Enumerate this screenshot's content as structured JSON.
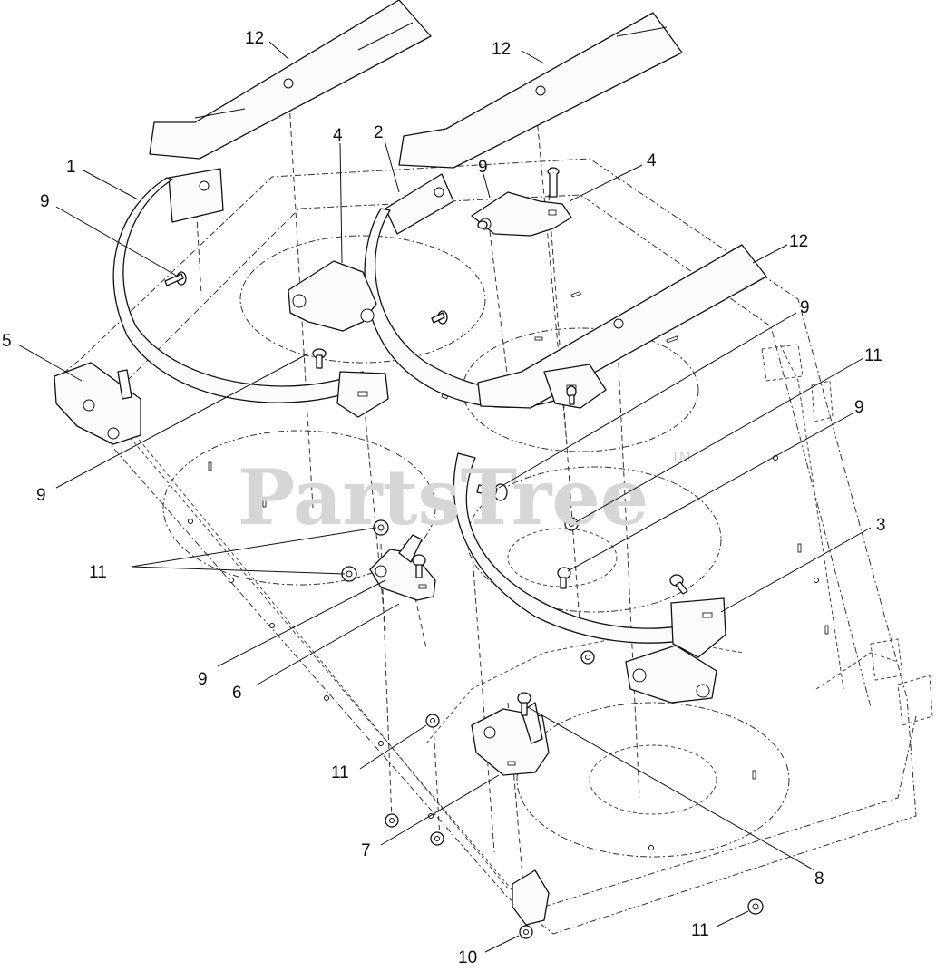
{
  "watermark": {
    "text": "PartsTree",
    "trademark": "TM"
  },
  "callouts": [
    {
      "id": "c12a",
      "label": "12"
    },
    {
      "id": "c12b",
      "label": "12"
    },
    {
      "id": "c12c",
      "label": "12"
    },
    {
      "id": "c1",
      "label": "1"
    },
    {
      "id": "c2",
      "label": "2"
    },
    {
      "id": "c4a",
      "label": "4"
    },
    {
      "id": "c4b",
      "label": "4"
    },
    {
      "id": "c9a",
      "label": "9"
    },
    {
      "id": "c9b",
      "label": "9"
    },
    {
      "id": "c9c",
      "label": "9"
    },
    {
      "id": "c9d",
      "label": "9"
    },
    {
      "id": "c9e",
      "label": "9"
    },
    {
      "id": "c9f",
      "label": "9"
    },
    {
      "id": "c5",
      "label": "5"
    },
    {
      "id": "c11a",
      "label": "11"
    },
    {
      "id": "c11b",
      "label": "11"
    },
    {
      "id": "c11c",
      "label": "11"
    },
    {
      "id": "c11d",
      "label": "11"
    },
    {
      "id": "c3",
      "label": "3"
    },
    {
      "id": "c6",
      "label": "6"
    },
    {
      "id": "c7",
      "label": "7"
    },
    {
      "id": "c8",
      "label": "8"
    },
    {
      "id": "c10",
      "label": "10"
    }
  ]
}
